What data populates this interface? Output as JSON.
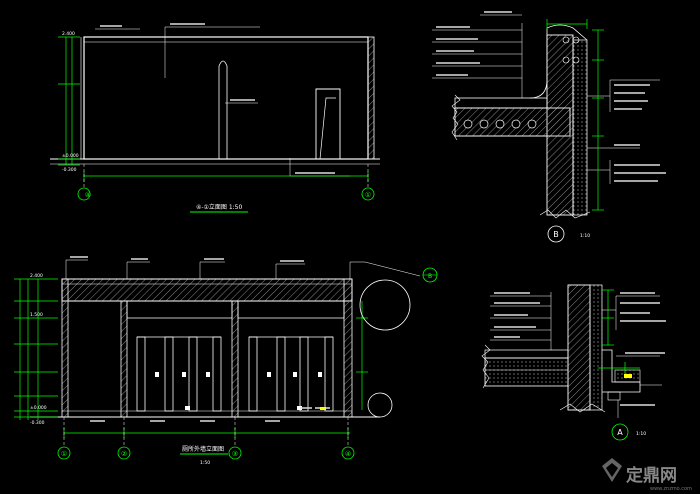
{
  "drawing": {
    "top_elevation": {
      "title": "④-①立面图  1:50",
      "scale": "1:50",
      "levels": [
        "2.400",
        "±0.000",
        "-0.300"
      ],
      "axes": [
        "④",
        "①"
      ]
    },
    "section_elevation": {
      "title": "厕所外墙立面图",
      "scale": "1:50",
      "levels": [
        "2.400",
        "1.500",
        "±0.000",
        "-0.300"
      ],
      "axes": [
        "①",
        "②",
        "③",
        "④"
      ]
    },
    "details": {
      "b": {
        "label": "B",
        "scale": "1:10"
      },
      "a": {
        "label": "A",
        "scale": "1:10"
      },
      "ref_circle": "B"
    }
  },
  "watermark": {
    "brand": "定鼎网",
    "url": "www.znzmo.com"
  },
  "colors": {
    "background": "#000000",
    "lines": "#ffffff",
    "dims": "#00ff00",
    "hatch": "#a0a0a0",
    "yellow": "#ffff00"
  }
}
